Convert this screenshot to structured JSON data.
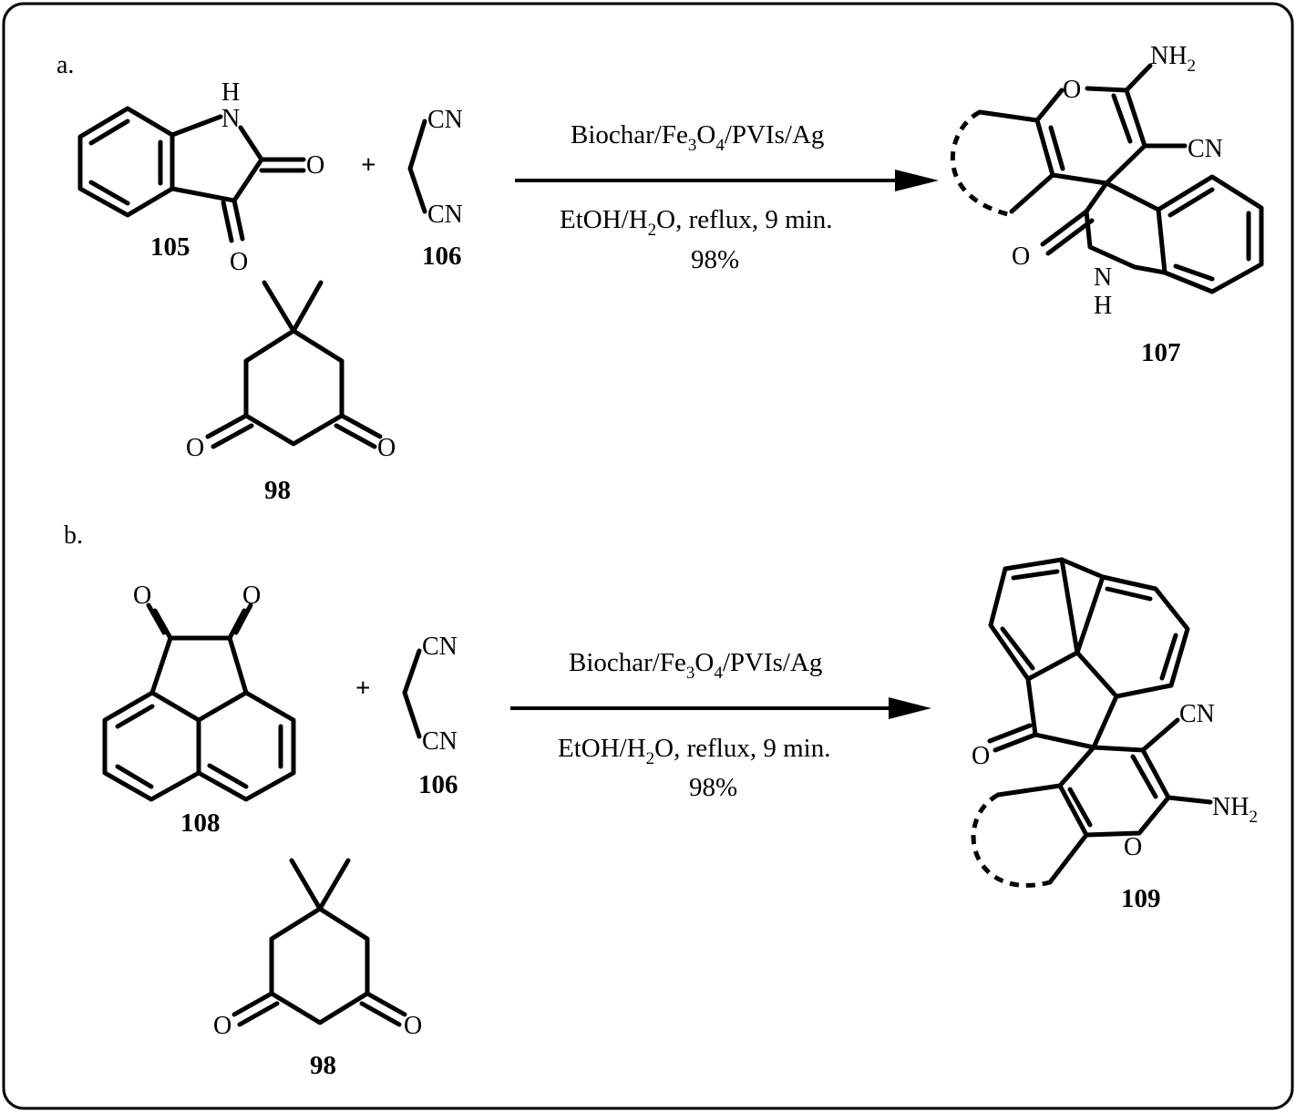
{
  "panels": {
    "a": {
      "label": "a.",
      "arrow_above": "Biochar/Fe3O4/PVIs/Ag",
      "arrow_below_1": "EtOH/H2O, reflux, 9 min.",
      "arrow_below_2": "98%",
      "plus": "+",
      "compounds": [
        "105",
        "106",
        "98",
        "107"
      ]
    },
    "b": {
      "label": "b.",
      "arrow_above": "Biochar/Fe3O4/PVIs/Ag",
      "arrow_below_1": "EtOH/H2O, reflux, 9 min.",
      "arrow_below_2": "98%",
      "plus": "+",
      "compounds": [
        "108",
        "106",
        "98",
        "109"
      ]
    }
  },
  "atoms": {
    "H": "H",
    "N": "N",
    "O": "O",
    "CN": "CN",
    "NH": "NH",
    "two": "2",
    "three": "3",
    "four": "4"
  },
  "reagent_parts": {
    "biochar_fe": "Biochar/Fe",
    "o": "O",
    "pvis_ag": "/PVIs/Ag",
    "etoh_h": "EtOH/H",
    "o_reflux": "O, reflux, 9 min."
  }
}
